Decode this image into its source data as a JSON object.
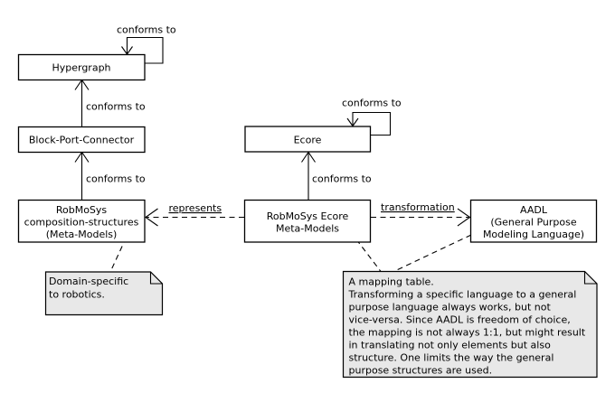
{
  "colors": {
    "background": "#ffffff",
    "line": "#000000",
    "box_fill": "#ffffff",
    "note_fill": "#e8e8e8",
    "text": "#000000"
  },
  "nodes": {
    "hypergraph": {
      "label": "Hypergraph"
    },
    "block_port_connector": {
      "label": "Block-Port-Connector"
    },
    "robmosys_composition": {
      "lines": [
        "RobMoSys",
        "composition-structures",
        "(Meta-Models)"
      ]
    },
    "ecore": {
      "label": "Ecore"
    },
    "robmosys_ecore": {
      "lines": [
        "RobMoSys Ecore",
        "Meta-Models"
      ]
    },
    "aadl": {
      "lines": [
        "AADL",
        "(General Purpose",
        "Modeling Language)"
      ]
    }
  },
  "edges": {
    "hypergraph_self": {
      "label": "conforms to"
    },
    "bpc_to_hypergraph": {
      "label": "conforms to"
    },
    "comp_to_bpc": {
      "label": "conforms to"
    },
    "ecore_self": {
      "label": "conforms to"
    },
    "rme_to_ecore": {
      "label": "conforms to"
    },
    "represents": {
      "label": "represents"
    },
    "transformation": {
      "label": "transformation"
    }
  },
  "notes": {
    "domain_specific": {
      "lines": [
        "Domain-specific",
        "to robotics."
      ]
    },
    "mapping": {
      "lines": [
        "A mapping table.",
        "Transforming a specific language to a general",
        "purpose language always works, but not",
        "vice-versa. Since AADL is freedom of choice,",
        "the mapping is not always 1:1, but might result",
        "in translating not only elements but also",
        "structure. One limits the way the general",
        "purpose structures are used."
      ]
    }
  }
}
